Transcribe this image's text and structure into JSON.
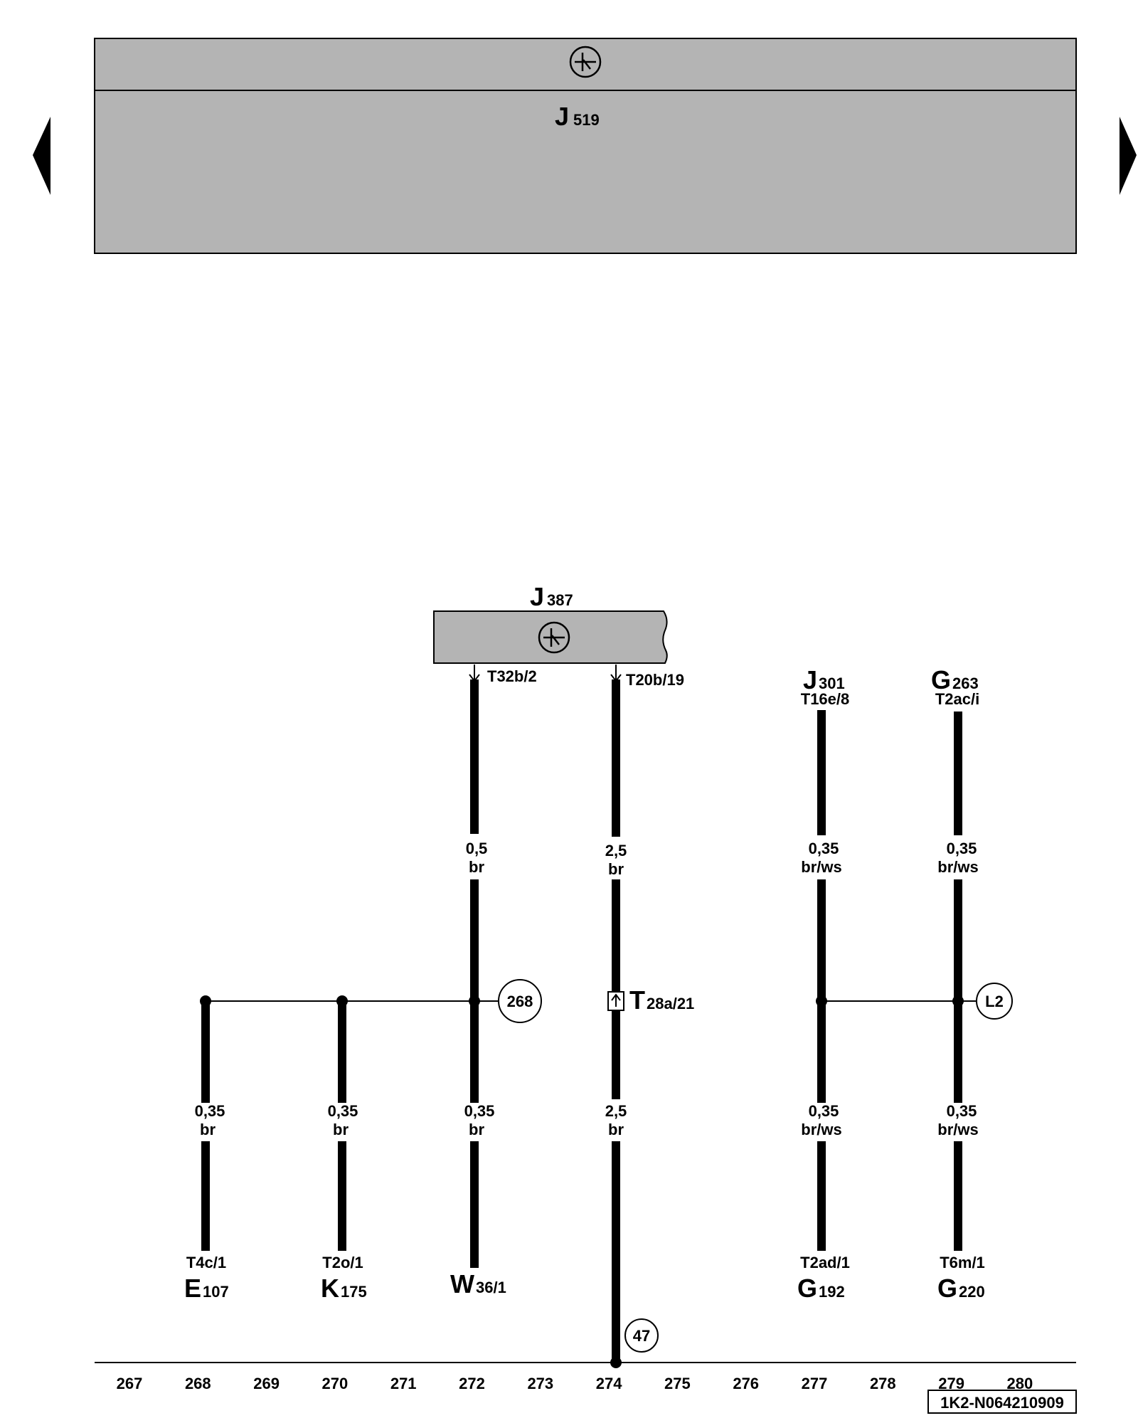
{
  "diagram_id": "1K2-N064210909",
  "top_module": {
    "name": "J",
    "sub": "519"
  },
  "nav": {
    "prev": "previous page",
    "next": "next page"
  },
  "module_j387": {
    "name": "J",
    "sub": "387",
    "pin_left": "T32b/2",
    "pin_right": "T20b/19"
  },
  "wires": {
    "w272_top": {
      "size": "0,5",
      "color": "br"
    },
    "w274_top": {
      "size": "2,5",
      "color": "br"
    },
    "w277_top": {
      "size": "0,35",
      "color": "br/ws"
    },
    "w279_top": {
      "size": "0,35",
      "color": "br/ws"
    },
    "w268_bot": {
      "size": "0,35",
      "color": "br"
    },
    "w270_bot": {
      "size": "0,35",
      "color": "br"
    },
    "w272_bot": {
      "size": "0,35",
      "color": "br"
    },
    "w274_bot": {
      "size": "2,5",
      "color": "br"
    },
    "w277_bot": {
      "size": "0,35",
      "color": "br/ws"
    },
    "w279_bot": {
      "size": "0,35",
      "color": "br/ws"
    }
  },
  "components_top": {
    "j301": {
      "name": "J",
      "sub": "301",
      "pin": "T16e/8"
    },
    "g263": {
      "name": "G",
      "sub": "263",
      "pin": "T2ac/i"
    }
  },
  "components_bottom": {
    "e107": {
      "pin": "T4c/1",
      "name": "E",
      "sub": "107"
    },
    "k175": {
      "pin": "T2o/1",
      "name": "K",
      "sub": "175"
    },
    "w36": {
      "name": "W",
      "sub": "36/1"
    },
    "g192": {
      "pin": "T2ad/1",
      "name": "G",
      "sub": "192"
    },
    "g220": {
      "pin": "T6m/1",
      "name": "G",
      "sub": "220"
    }
  },
  "connector_t28a": {
    "name": "T",
    "sub": "28a/21"
  },
  "refs": {
    "r268": "268",
    "l2": "L2",
    "r47": "47"
  },
  "columns": [
    "267",
    "268",
    "269",
    "270",
    "271",
    "272",
    "273",
    "274",
    "275",
    "276",
    "277",
    "278",
    "279",
    "280"
  ]
}
